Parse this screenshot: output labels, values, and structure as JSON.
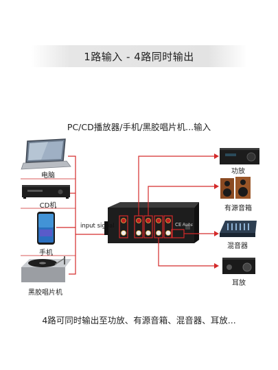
{
  "banner": {
    "title": "1路输入 - 4路同时输出"
  },
  "sources": {
    "heading": "PC/CD播放器/手机/黑胶唱片机...输入",
    "items": [
      {
        "label": "电脑"
      },
      {
        "label": "CD机"
      },
      {
        "label": "手机"
      },
      {
        "label": "黑胶唱片机"
      }
    ]
  },
  "device": {
    "signal_label": "input signal",
    "brand_mark": "CE",
    "brand_text": "Rohs"
  },
  "outputs": [
    {
      "label": "功放"
    },
    {
      "label": "有源音箱"
    },
    {
      "label": "混音器"
    },
    {
      "label": "耳放"
    }
  ],
  "footer": {
    "text": "4路可同时输出至功放、有源音箱、混音器、耳放..."
  },
  "colors": {
    "accent_line": "#d42a2a",
    "text": "#222222",
    "banner": "#e4e4e4"
  }
}
